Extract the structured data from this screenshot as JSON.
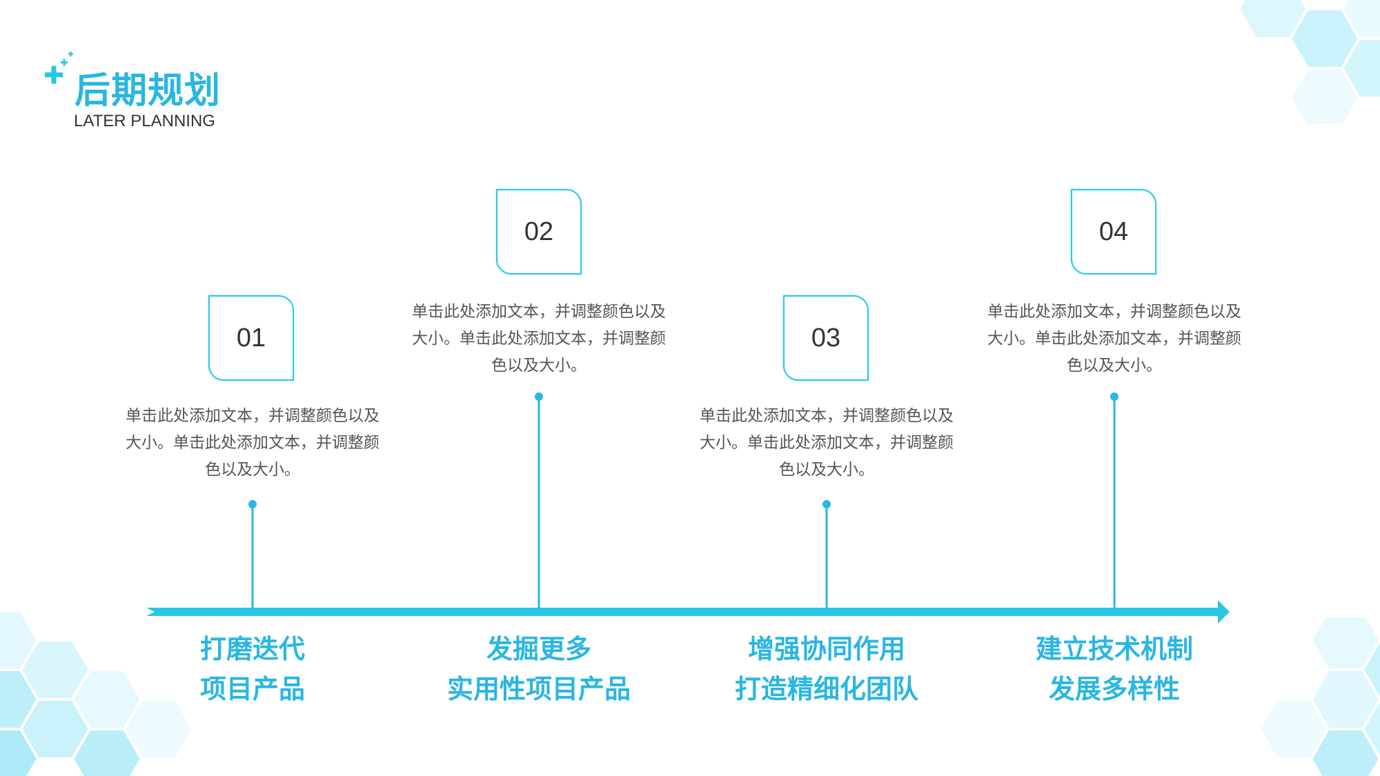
{
  "header": {
    "title": "后期规划",
    "subtitle": "LATER PLANNING"
  },
  "colors": {
    "accent": "#29b6e3",
    "box_border": "#29c7e6",
    "hex_fill": "#d6f6fd",
    "text": "#333333"
  },
  "milestones": [
    {
      "number": "01",
      "description": "单击此处添加文本，并调整颜色以及大小。单击此处添加文本，并调整颜色以及大小。",
      "label_line1": "打磨迭代",
      "label_line2": "项目产品"
    },
    {
      "number": "02",
      "description": "单击此处添加文本，并调整颜色以及大小。单击此处添加文本，并调整颜色以及大小。",
      "label_line1": "发掘更多",
      "label_line2": "实用性项目产品"
    },
    {
      "number": "03",
      "description": "单击此处添加文本，并调整颜色以及大小。单击此处添加文本，并调整颜色以及大小。",
      "label_line1": "增强协同作用",
      "label_line2": "打造精细化团队"
    },
    {
      "number": "04",
      "description": "单击此处添加文本，并调整颜色以及大小。单击此处添加文本，并调整颜色以及大小。",
      "label_line1": "建立技术机制",
      "label_line2": "发展多样性"
    }
  ]
}
